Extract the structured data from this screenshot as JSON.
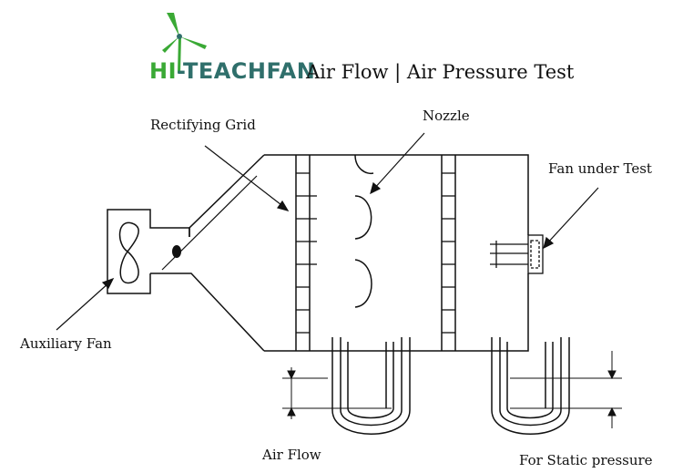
{
  "brand": {
    "text": "HI-TEACHFAN",
    "green": "#3aa935",
    "dark": "#2f6f6b"
  },
  "title": "Air Flow | Air Pressure Test",
  "labels": {
    "rectifying_grid": "Rectifying Grid",
    "nozzle": "Nozzle",
    "fan_under_test": "Fan under Test",
    "auxiliary_fan": "Auxiliary Fan",
    "air_flow": "Air Flow",
    "static_pressure": "For Static pressure"
  }
}
